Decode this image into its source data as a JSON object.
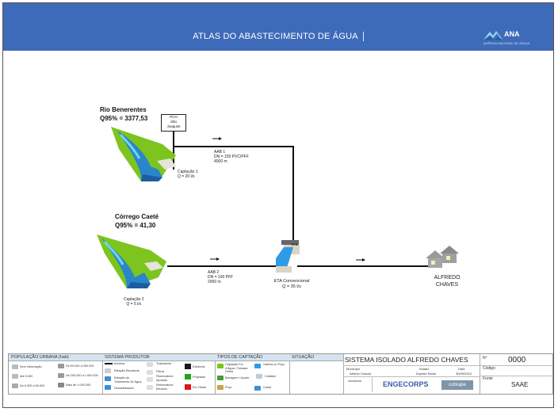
{
  "header": {
    "title": "ATLAS DO ABASTECIMENTO DE ÁGUA",
    "logo_text": "ANA",
    "logo_subtitle": "AGÊNCIA NACIONAL DE ÁGUAS",
    "background_color": "#3e6bb9"
  },
  "diagram": {
    "sources": [
      {
        "name": "Rio Benerentes",
        "flow_label": "Q95% = 3377,53",
        "intake_label": "Captação 1",
        "intake_flow": "Q = 20 l/s"
      },
      {
        "name": "Córrego Caeté",
        "flow_label": "Q95% = 41,30",
        "intake_label": "Captação 2",
        "intake_flow": "Q = 5 l/s"
      }
    ],
    "pch": {
      "line1": "PCH",
      "line2": "São",
      "line3": "Joaquim"
    },
    "pipelines": [
      {
        "name": "AAB 1",
        "spec": "DN = 150 PVC/PFF",
        "length": "4000 m"
      },
      {
        "name": "AAB 2",
        "spec": "DN = 100 PFF",
        "length": "2000 m"
      }
    ],
    "treatment": {
      "badge": "ETA",
      "name": "ETA Convencional",
      "flow": "Q = 35 l/s"
    },
    "town": {
      "line1": "ALFREDO",
      "line2": "CHAVES"
    }
  },
  "legend": {
    "population": {
      "title": "POPULAÇÃO URBANA (hab)",
      "items": [
        "Sem informação",
        "De 50.000 a 250.000",
        "Até 5.000",
        "De 250.000 a 1.000.000",
        "De 5.000 a 50.000",
        "Mais de 1.000.000"
      ]
    },
    "system": {
      "title": "SISTEMA PRODUTOR",
      "items": [
        "Adutora",
        "Estação Elevatória",
        "Estação de Tratamento de Água",
        "Dessalinizador",
        "Tratamento",
        "Filtros",
        "Reservatório Apoiado",
        "Reservatório Elevado"
      ],
      "status": [
        {
          "label": "Existente",
          "color": "#1a1a1a"
        },
        {
          "label": "Projetado",
          "color": "#1fa81f"
        },
        {
          "label": "Em Obras",
          "color": "#e01414"
        }
      ]
    },
    "intake_types": {
      "title": "TIPOS DE CAPTAÇÃO",
      "items": [
        "Captação Fio d'Água / Tomada Direta",
        "Galeria ou Poço",
        "Barragem / Açude",
        "Chafariz",
        "Poço",
        "Canal"
      ]
    },
    "situation": {
      "title": "SITUAÇÃO"
    },
    "info": {
      "system_title": "SISTEMA ISOLADO ALFREDO CHAVES",
      "municipio_label": "Município",
      "municipio_value": "Alfredo Chaves",
      "estado_label": "Estado",
      "estado_value": "Espírito Santo",
      "data_label": "Data",
      "data_value": "30/09/2010",
      "consorcio_label": "consórcio",
      "partner1": "ENGECORPS",
      "partner2": "cobrape",
      "numero_label": "Nº",
      "numero_value": "0000",
      "codigo_label": "Código",
      "fonte_label": "Fonte",
      "fonte_value": "SAAE"
    }
  }
}
